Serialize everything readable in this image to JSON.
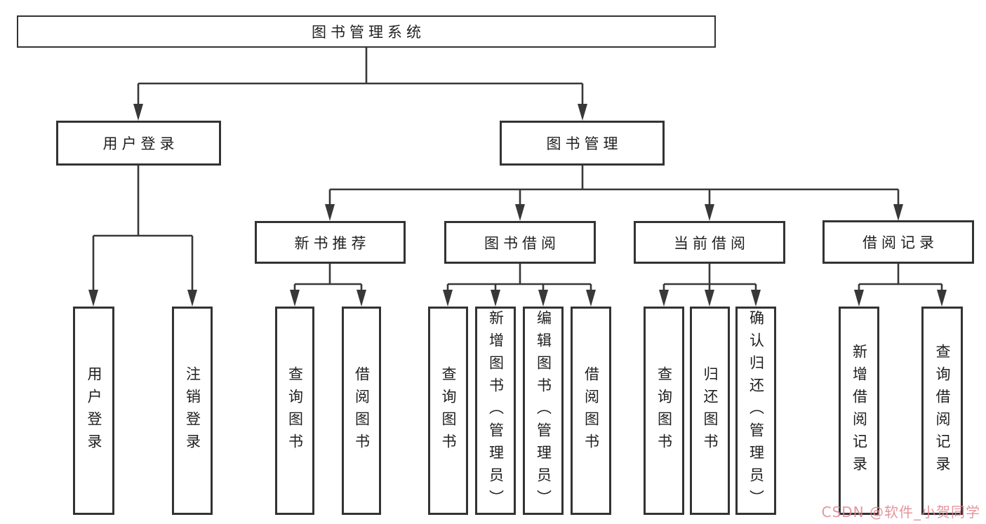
{
  "diagram": {
    "type": "hierarchy-tree",
    "title": "图书管理系统",
    "nodes": {
      "root": {
        "label": "图书管理系统"
      },
      "user_login": {
        "label": "用户登录"
      },
      "book_mgmt": {
        "label": "图书管理"
      },
      "new_book": {
        "label": "新书推荐"
      },
      "book_borrow": {
        "label": "图书借阅"
      },
      "current_borrow": {
        "label": "当前借阅"
      },
      "borrow_record": {
        "label": "借阅记录"
      },
      "ul_login": {
        "label": "用户登录"
      },
      "ul_logout": {
        "label": "注销登录"
      },
      "nb_query": {
        "label": "查询图书"
      },
      "nb_borrow": {
        "label": "借阅图书"
      },
      "bb_query": {
        "label": "查询图书"
      },
      "bb_add": {
        "label": "新增图书（管理员）"
      },
      "bb_edit": {
        "label": "编辑图书（管理员）"
      },
      "bb_borrow": {
        "label": "借阅图书"
      },
      "cb_query": {
        "label": "查询图书"
      },
      "cb_return": {
        "label": "归还图书"
      },
      "cb_confirm": {
        "label": "确认归还（管理员）"
      },
      "br_add": {
        "label": "新增借阅记录"
      },
      "br_query": {
        "label": "查询借阅记录"
      }
    },
    "edges": [
      [
        "root",
        "user_login"
      ],
      [
        "root",
        "book_mgmt"
      ],
      [
        "user_login",
        "ul_login"
      ],
      [
        "user_login",
        "ul_logout"
      ],
      [
        "book_mgmt",
        "new_book"
      ],
      [
        "book_mgmt",
        "book_borrow"
      ],
      [
        "book_mgmt",
        "current_borrow"
      ],
      [
        "book_mgmt",
        "borrow_record"
      ],
      [
        "new_book",
        "nb_query"
      ],
      [
        "new_book",
        "nb_borrow"
      ],
      [
        "book_borrow",
        "bb_query"
      ],
      [
        "book_borrow",
        "bb_add"
      ],
      [
        "book_borrow",
        "bb_edit"
      ],
      [
        "book_borrow",
        "bb_borrow"
      ],
      [
        "current_borrow",
        "cb_query"
      ],
      [
        "current_borrow",
        "cb_return"
      ],
      [
        "current_borrow",
        "cb_confirm"
      ],
      [
        "borrow_record",
        "br_add"
      ],
      [
        "borrow_record",
        "br_query"
      ]
    ],
    "colors": {
      "line": "#383838",
      "box_border": "#333333",
      "text": "#1f1f1f",
      "background": "#ffffff"
    }
  },
  "watermark": {
    "text": "CSDN @软件_小贺同学",
    "color": "#e2828b"
  }
}
